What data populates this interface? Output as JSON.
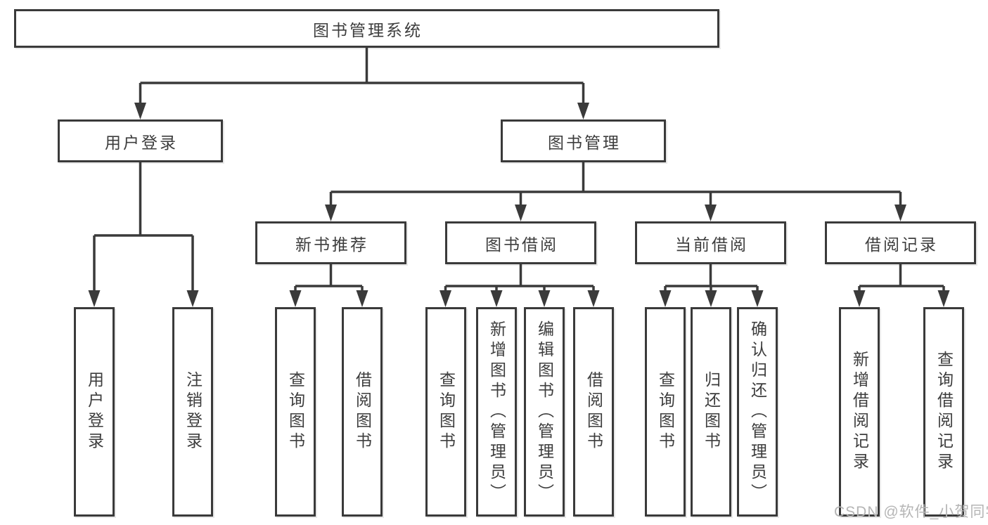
{
  "diagram_title": "图书管理系统",
  "colors": {
    "line": "#3a3a3a",
    "border": "#3a3a3a",
    "text": "#3d3d3d",
    "box_background": "#ffffff",
    "watermark": "#b5b5b5"
  },
  "nodes": {
    "root": {
      "label": "图书管理系统"
    },
    "level2": [
      {
        "label": "用户登录"
      },
      {
        "label": "图书管理"
      }
    ],
    "level3": [
      {
        "label": "新书推荐",
        "parent": "图书管理"
      },
      {
        "label": "图书借阅",
        "parent": "图书管理"
      },
      {
        "label": "当前借阅",
        "parent": "图书管理"
      },
      {
        "label": "借阅记录",
        "parent": "图书管理"
      }
    ],
    "leaves": [
      {
        "label": "用户登录",
        "parent": "用户登录"
      },
      {
        "label": "注销登录",
        "parent": "用户登录"
      },
      {
        "label": "查询图书",
        "parent": "新书推荐"
      },
      {
        "label": "借阅图书",
        "parent": "新书推荐"
      },
      {
        "label": "查询图书",
        "parent": "图书借阅"
      },
      {
        "label": "新增图书（管理员）",
        "parent": "图书借阅"
      },
      {
        "label": "编辑图书（管理员）",
        "parent": "图书借阅"
      },
      {
        "label": "借阅图书",
        "parent": "图书借阅"
      },
      {
        "label": "查询图书",
        "parent": "当前借阅"
      },
      {
        "label": "归还图书",
        "parent": "当前借阅"
      },
      {
        "label": "确认归还（管理员）",
        "parent": "当前借阅"
      },
      {
        "label": "新增借阅记录",
        "parent": "借阅记录"
      },
      {
        "label": "查询借阅记录",
        "parent": "借阅记录"
      }
    ]
  },
  "watermark": "CSDN @软件_小贺同学"
}
